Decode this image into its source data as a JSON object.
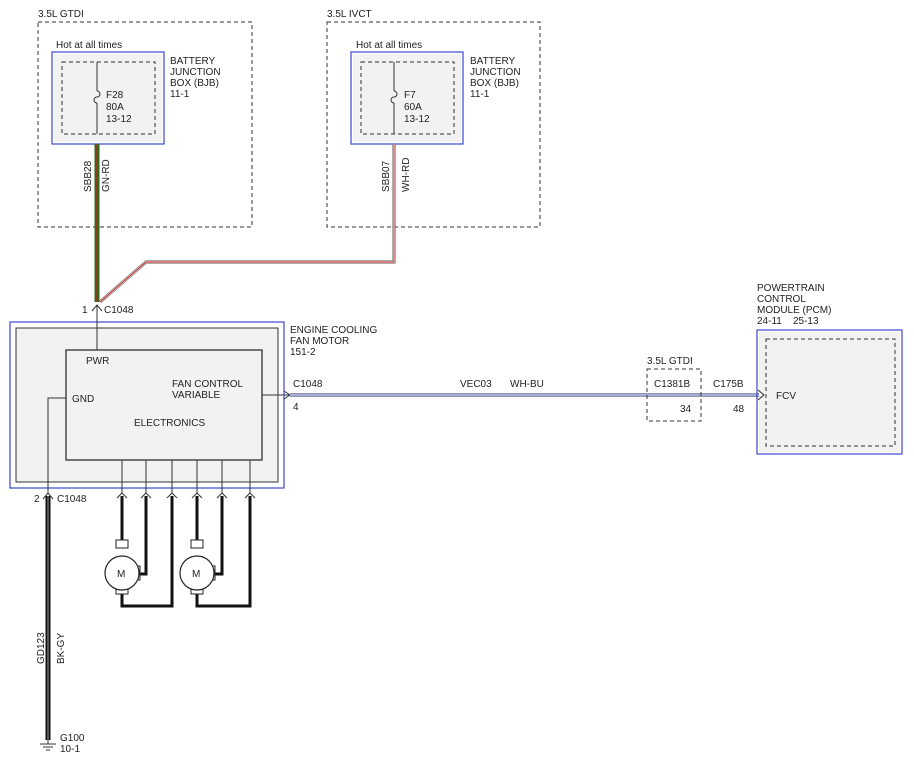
{
  "bjb_left": {
    "variant": "3.5L GTDI",
    "hot": "Hot at all times",
    "title": [
      "BATTERY",
      "JUNCTION",
      "BOX (BJB)"
    ],
    "ref": "11-1",
    "fuse": [
      "F28",
      "80A",
      "13-12"
    ],
    "circuit": "SBB28",
    "color": "GN-RD"
  },
  "bjb_right": {
    "variant": "3.5L IVCT",
    "hot": "Hot at all times",
    "title": [
      "BATTERY",
      "JUNCTION",
      "BOX (BJB)"
    ],
    "ref": "11-1",
    "fuse": [
      "F7",
      "60A",
      "13-12"
    ],
    "circuit": "SBB07",
    "color": "WH-RD"
  },
  "fan_module": {
    "title": [
      "ENGINE COOLING",
      "FAN MOTOR"
    ],
    "ref": "151-2",
    "pwr": "PWR",
    "gnd": "GND",
    "ctrl": [
      "FAN CONTROL",
      "VARIABLE"
    ],
    "electronics": "ELECTRONICS",
    "motor1": "M",
    "motor2": "M"
  },
  "connectors": {
    "top_pin": "1",
    "top_name": "C1048",
    "bottom_pin": "2",
    "bottom_name": "C1048",
    "right_name": "C1048",
    "right_pin": "4"
  },
  "signal": {
    "circuit": "VEC03",
    "color": "WH-BU"
  },
  "inline": {
    "variant": "3.5L GTDI",
    "name": "C1381B",
    "pin": "34"
  },
  "pcm": {
    "title": [
      "POWERTRAIN",
      "CONTROL",
      "MODULE (PCM)"
    ],
    "ref": "24-11    25-13",
    "connector": "C175B",
    "pin": "48",
    "signal": "FCV"
  },
  "ground": {
    "circuit": "GD123",
    "color": "BK-GY",
    "name": "G100",
    "ref": "10-1"
  },
  "colors": {
    "gn_rd_green": "#2e6b1d",
    "gn_rd_red": "#d01c1c",
    "wh_rd_red": "#d01c1c",
    "box_blue": "#3b46d6"
  }
}
